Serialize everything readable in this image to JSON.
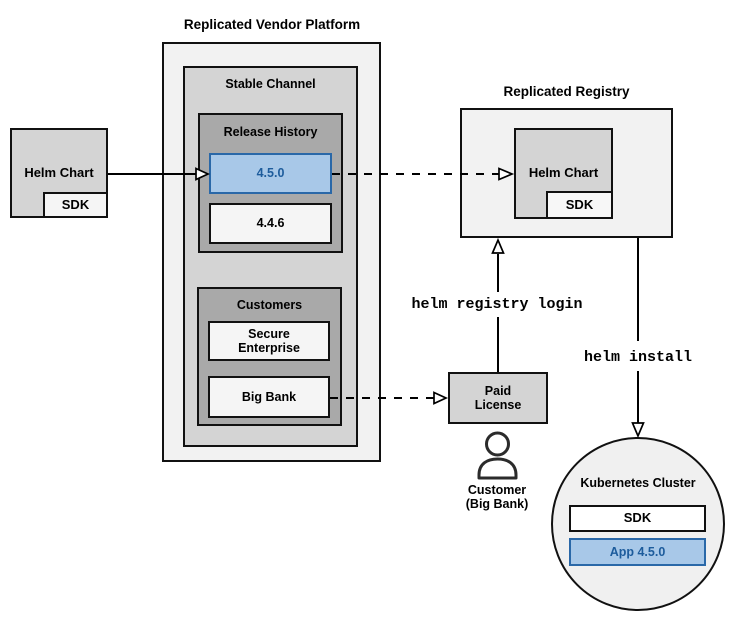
{
  "colors": {
    "background": "#ffffff",
    "line": "#000000",
    "box_border": "#111111",
    "lightest_gray_fill": "#f2f2f2",
    "light_gray_fill": "#f5f5f5",
    "medium_gray_fill": "#d4d4d4",
    "dark_gray_fill": "#a9a9a9",
    "white_fill": "#ffffff",
    "release_blue_fill": "#a8c8e8",
    "release_blue_border": "#2a68a8",
    "release_blue_text": "#1d5c9c"
  },
  "vendor_helm_chart": {
    "label": "Helm Chart",
    "sdk": "SDK"
  },
  "platform": {
    "title": "Replicated Vendor Platform",
    "stable_channel": {
      "title": "Stable Channel",
      "release_history": {
        "title": "Release History",
        "releases": [
          {
            "version": "4.5.0",
            "highlighted": true
          },
          {
            "version": "4.4.6",
            "highlighted": false
          }
        ]
      },
      "customers": {
        "title": "Customers",
        "names": [
          "Secure Enterprise",
          "Big Bank"
        ]
      }
    }
  },
  "registry": {
    "title": "Replicated Registry",
    "helm_chart": {
      "label": "Helm Chart",
      "sdk": "SDK"
    }
  },
  "license": {
    "label": "Paid License"
  },
  "actor": {
    "label": "Customer (Big Bank)"
  },
  "commands": {
    "registry_login": "helm registry login",
    "install": "helm install"
  },
  "cluster": {
    "title": "Kubernetes Cluster",
    "sdk": "SDK",
    "app": "App 4.5.0"
  }
}
